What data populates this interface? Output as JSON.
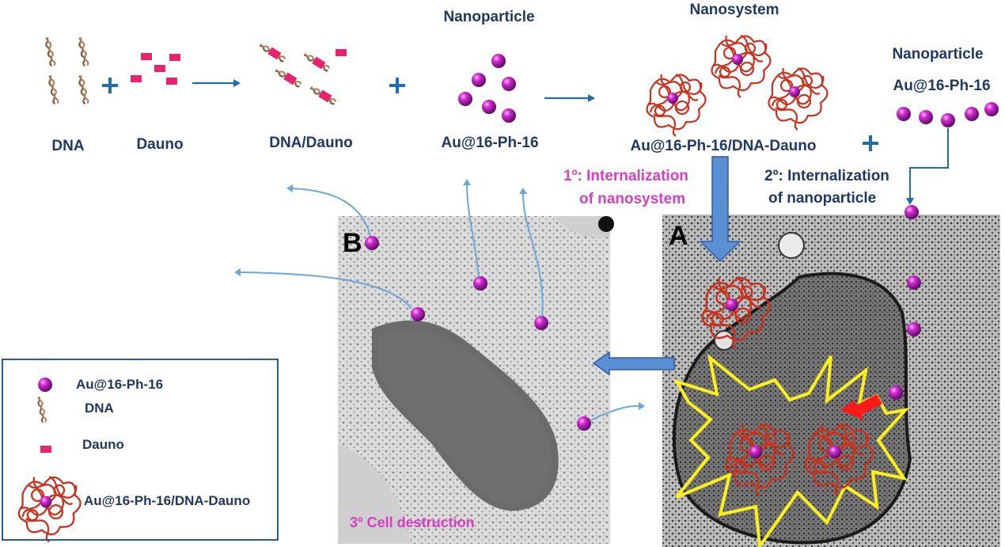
{
  "top_row": {
    "dna": "DNA",
    "dauno": "Dauno",
    "dna_dauno": "DNA/Dauno",
    "nanoparticle_title": "Nanoparticle",
    "nanoparticle_name": "Au@16-Ph-16",
    "nanosystem_title": "Nanosystem",
    "nanosystem_name": "Au@16-Ph-16/DNA-Dauno",
    "nanoparticle2_title": "Nanoparticle",
    "nanoparticle2_name": "Au@16-Ph-16"
  },
  "steps": {
    "step1_line1": "1º: Internalization",
    "step1_line2": "of nanosystem",
    "step2_line1": "2º: Internalization",
    "step2_line2": "of nanoparticle",
    "step3": "3º Cell destruction"
  },
  "panels": {
    "a": "A",
    "b": "B"
  },
  "legend": {
    "nanoparticle": "Au@16-Ph-16",
    "dna": "DNA",
    "dauno": "Dauno",
    "nanosystem": "Au@16-Ph-16/DNA-Dauno"
  },
  "colors": {
    "text": "#1f3864",
    "highlight_text": "#d63fc4",
    "nanoparticle": "#a11aa8",
    "dauno": "#e8246e",
    "dna": "#8a5a3c",
    "nanosystem": "#c8321e",
    "arrows": "#1f6fb0",
    "big_arrow": "#5b8fd4",
    "yellow_outline": "#ffef1a",
    "red_arrow": "#ff1a1a"
  }
}
